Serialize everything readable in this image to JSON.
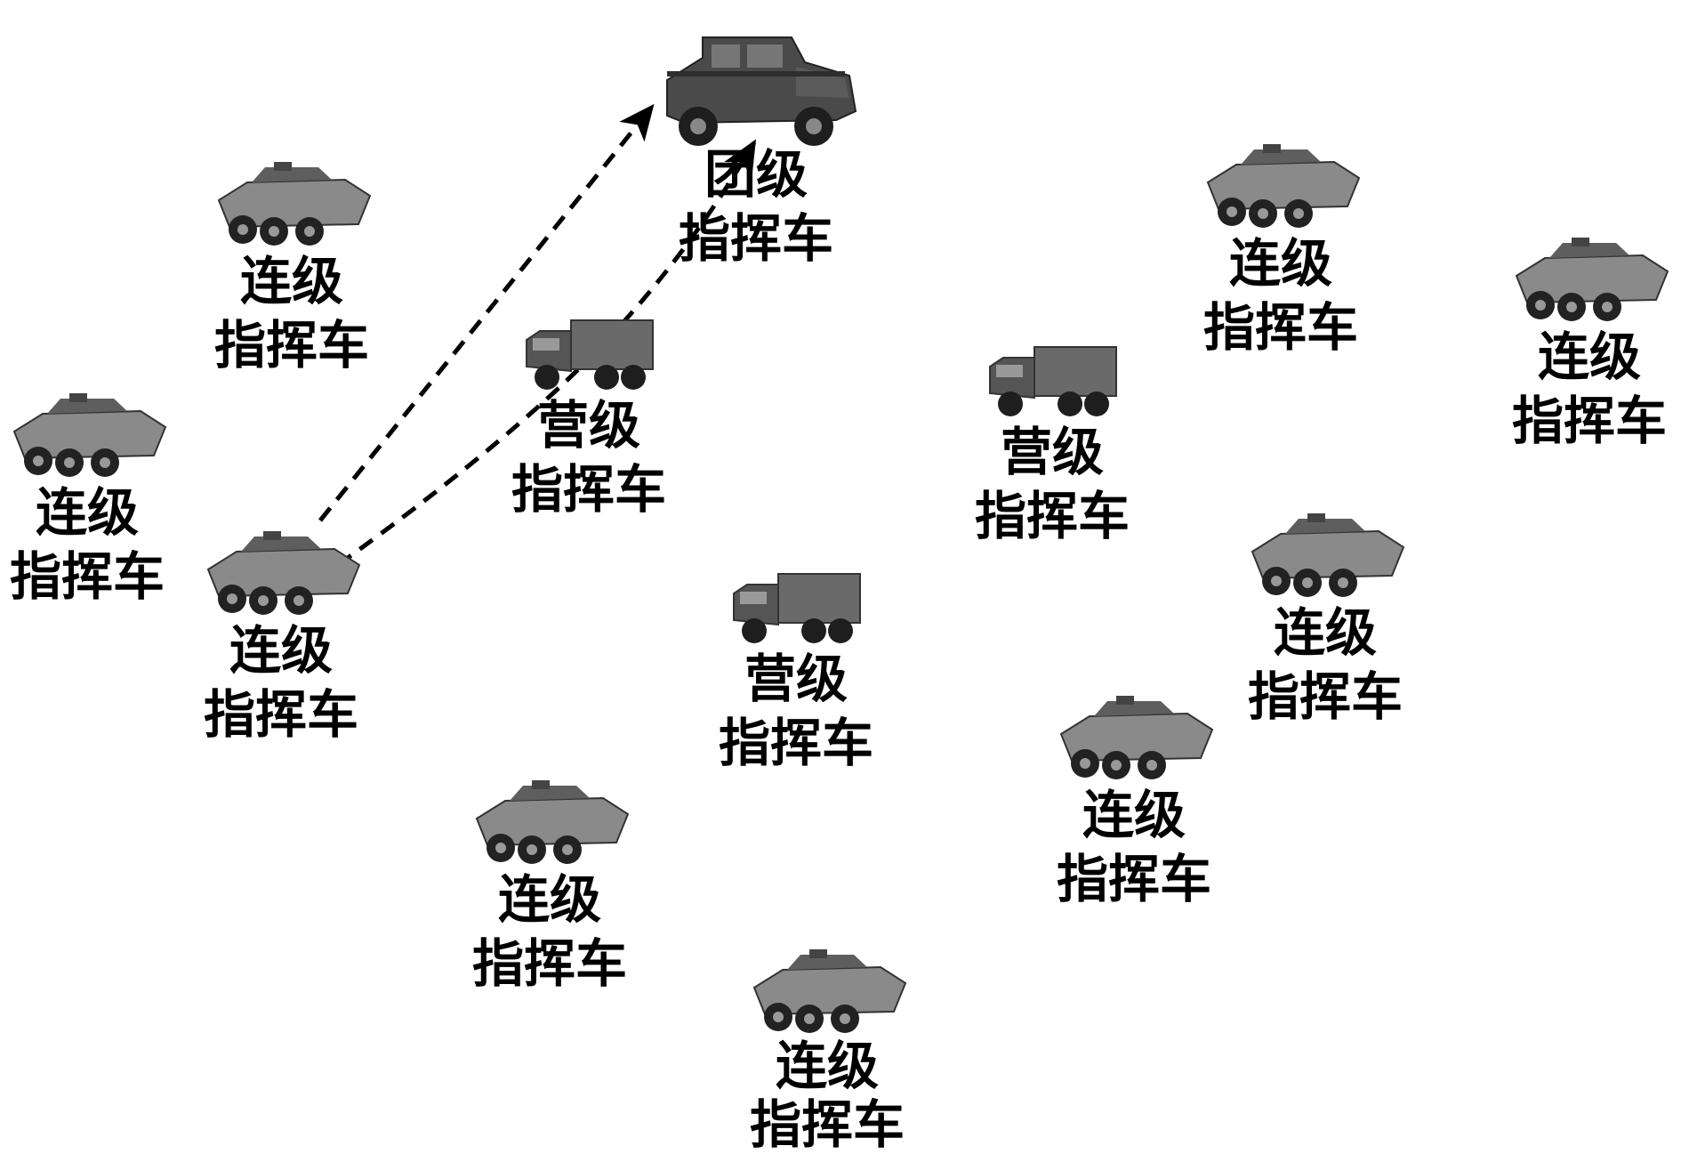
{
  "title": "",
  "nodes": {
    "regiment": {
      "icon": "humvee-icon",
      "line1": "团级",
      "line2": "指挥车"
    },
    "company_1": {
      "icon": "armored-vehicle-icon",
      "line1": "连级",
      "line2": "指挥车"
    },
    "company_2": {
      "icon": "armored-vehicle-icon",
      "line1": "连级",
      "line2": "指挥车"
    },
    "company_3": {
      "icon": "armored-vehicle-icon",
      "line1": "连级",
      "line2": "指挥车"
    },
    "battalion_1": {
      "icon": "truck-icon",
      "line1": "营级",
      "line2": "指挥车"
    },
    "battalion_2": {
      "icon": "truck-icon",
      "line1": "营级",
      "line2": "指挥车"
    },
    "battalion_3": {
      "icon": "truck-icon",
      "line1": "营级",
      "line2": "指挥车"
    },
    "company_4": {
      "icon": "armored-vehicle-icon",
      "line1": "连级",
      "line2": "指挥车"
    },
    "company_5": {
      "icon": "armored-vehicle-icon",
      "line1": "连级",
      "line2": "指挥车"
    },
    "company_6": {
      "icon": "armored-vehicle-icon",
      "line1": "连级",
      "line2": "指挥车"
    },
    "company_7": {
      "icon": "armored-vehicle-icon",
      "line1": "连级",
      "line2": "指挥车"
    },
    "company_8": {
      "icon": "armored-vehicle-icon",
      "line1": "连级",
      "line2": "指挥车"
    },
    "company_9": {
      "icon": "armored-vehicle-icon",
      "line1": "连级",
      "line2": "指挥车"
    }
  },
  "links": [
    {
      "from": "company_3",
      "to": "regiment",
      "style": "dashed-arrow"
    },
    {
      "from": "company_3",
      "via": "battalion_1",
      "to": "regiment",
      "style": "dashed-arrow"
    }
  ],
  "colors": {
    "line": "#000000",
    "vehicle_dark": "#3a3a3a",
    "vehicle_mid": "#7a7a7a",
    "vehicle_light": "#b5b5b5"
  }
}
